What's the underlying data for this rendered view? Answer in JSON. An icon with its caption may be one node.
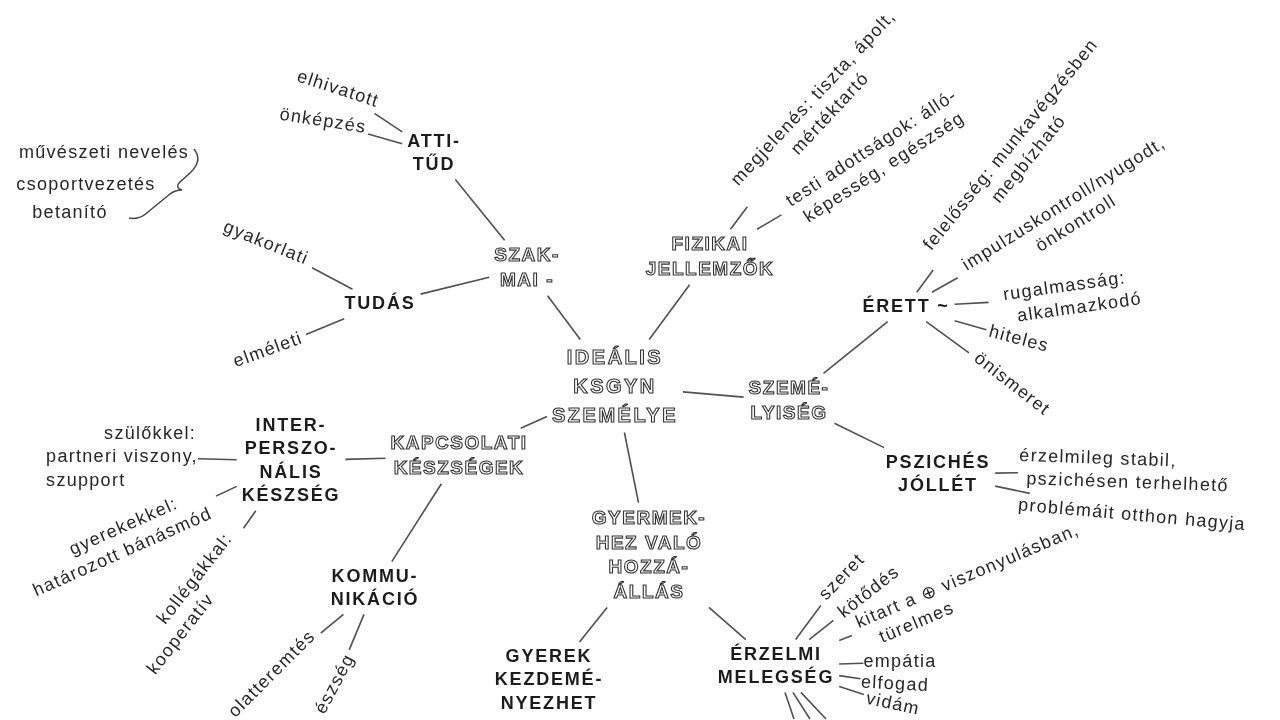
{
  "diagram": {
    "nodes": [
      {
        "text": [
          "IDEÁLIS KSGYN SZEMÉLYE"
        ]
      },
      {
        "text": [
          "SZAK- MAI -"
        ]
      },
      {
        "text": [
          "ATTI- TŰD"
        ]
      },
      {
        "text": [
          "elhivatott"
        ]
      },
      {
        "text": [
          "önképzés"
        ]
      },
      {
        "text": [
          "TUDÁS"
        ]
      },
      {
        "text": [
          "gyakorlati"
        ]
      },
      {
        "text": [
          "elméleti"
        ]
      },
      {
        "text": [
          "FIZIKAI JELLEMZŐK"
        ]
      },
      {
        "text": [
          "megjelenés: tiszta, ápolt, mértéktartó"
        ]
      },
      {
        "text": [
          "testi adottságok: álló- képesség, egészség"
        ]
      },
      {
        "text": [
          "SZEMÉ- LYISÉG"
        ]
      },
      {
        "text": [
          "ÉRETT ~"
        ]
      },
      {
        "text": [
          "felelősség: munkavégzésben megbízható"
        ]
      },
      {
        "text": [
          "impulzuskontroll/nyugodt, önkontroll"
        ]
      },
      {
        "text": [
          "rugalmasság: alkalmazkodó"
        ]
      },
      {
        "text": [
          "hiteles"
        ]
      },
      {
        "text": [
          "önismeret"
        ]
      },
      {
        "text": [
          "PSZICHÉS JÓLLÉT"
        ]
      },
      {
        "text": [
          "érzelmileg stabil, pszichésen terhelhető"
        ]
      },
      {
        "text": [
          "problémáit otthon hagyja"
        ]
      },
      {
        "text": [
          "KAPCSOLATI KÉSZSÉGEK"
        ]
      },
      {
        "text": [
          "INTER- PERSZO- NÁLIS KÉSZSÉG"
        ]
      },
      {
        "text": [
          "szülőkkel: partneri viszony, szupport"
        ]
      },
      {
        "text": [
          "gyerekekkel: határozott bánásmód"
        ]
      },
      {
        "text": [
          "kollégákkal: kooperatív"
        ]
      },
      {
        "text": [
          "KOMMU- NIKÁCIÓ"
        ]
      },
      {
        "text": [
          "olatteremtés"
        ]
      },
      {
        "text": [
          "észség"
        ]
      },
      {
        "text": [
          "GYERMEK- HEZ VALÓ HOZZÁ- ÁLLÁS"
        ]
      },
      {
        "text": [
          "GYEREK KEZDEMÉ- NYEZHET"
        ]
      },
      {
        "text": [
          "ÉRZELMI MELEGSÉG"
        ]
      },
      {
        "text": [
          "szeret"
        ]
      },
      {
        "text": [
          "kötődés"
        ]
      },
      {
        "text": [
          "kitart a ⊕ viszonyulásban, türelmes"
        ]
      },
      {
        "text": [
          "empátia"
        ]
      },
      {
        "text": [
          "elfogad"
        ]
      },
      {
        "text": [
          "vidám"
        ]
      }
    ],
    "edges": [
      {
        "from": 0,
        "to": 1,
        "arrow": "none"
      },
      {
        "from": 0,
        "to": 8,
        "arrow": "none"
      },
      {
        "from": 0,
        "to": 11,
        "arrow": "none"
      },
      {
        "from": 0,
        "to": 21,
        "arrow": "none"
      },
      {
        "from": 0,
        "to": 29,
        "arrow": "none"
      },
      {
        "from": 1,
        "to": 2,
        "arrow": "none"
      },
      {
        "from": 1,
        "to": 5,
        "arrow": "none"
      },
      {
        "from": 2,
        "to": 3,
        "arrow": "none"
      },
      {
        "from": 2,
        "to": 4,
        "arrow": "none"
      },
      {
        "from": 5,
        "to": 6,
        "arrow": "none"
      },
      {
        "from": 5,
        "to": 7,
        "arrow": "none"
      },
      {
        "from": 8,
        "to": 9,
        "arrow": "none"
      },
      {
        "from": 8,
        "to": 10,
        "arrow": "none"
      },
      {
        "from": 11,
        "to": 12,
        "arrow": "none"
      },
      {
        "from": 11,
        "to": 18,
        "arrow": "none"
      },
      {
        "from": 12,
        "to": 13,
        "arrow": "none"
      },
      {
        "from": 12,
        "to": 14,
        "arrow": "none"
      },
      {
        "from": 12,
        "to": 15,
        "arrow": "none"
      },
      {
        "from": 12,
        "to": 16,
        "arrow": "none"
      },
      {
        "from": 12,
        "to": 17,
        "arrow": "none"
      },
      {
        "from": 18,
        "to": 19,
        "arrow": "none"
      },
      {
        "from": 18,
        "to": 20,
        "arrow": "none"
      },
      {
        "from": 21,
        "to": 22,
        "arrow": "none"
      },
      {
        "from": 21,
        "to": 26,
        "arrow": "none"
      },
      {
        "from": 22,
        "to": 23,
        "arrow": "none"
      },
      {
        "from": 22,
        "to": 24,
        "arrow": "none"
      },
      {
        "from": 22,
        "to": 25,
        "arrow": "none"
      },
      {
        "from": 26,
        "to": 27,
        "arrow": "none"
      },
      {
        "from": 26,
        "to": 28,
        "arrow": "none"
      },
      {
        "from": 29,
        "to": 30,
        "arrow": "none"
      },
      {
        "from": 29,
        "to": 31,
        "arrow": "none"
      },
      {
        "from": 31,
        "to": 32,
        "arrow": "none"
      },
      {
        "from": 31,
        "to": 33,
        "arrow": "none"
      },
      {
        "from": 31,
        "to": 34,
        "arrow": "none"
      },
      {
        "from": 31,
        "to": 35,
        "arrow": "none"
      },
      {
        "from": 31,
        "to": 36,
        "arrow": "none"
      },
      {
        "from": 31,
        "to": 37,
        "arrow": "none"
      },
      {
        "from": 31,
        "to": null,
        "arrow": "none"
      },
      {
        "from": 31,
        "to": null,
        "arrow": "none"
      },
      {
        "from": 31,
        "to": null,
        "arrow": "none"
      }
    ],
    "labels": [
      "művészeti nevelés",
      "csoportvezetés",
      "betanító"
    ]
  }
}
